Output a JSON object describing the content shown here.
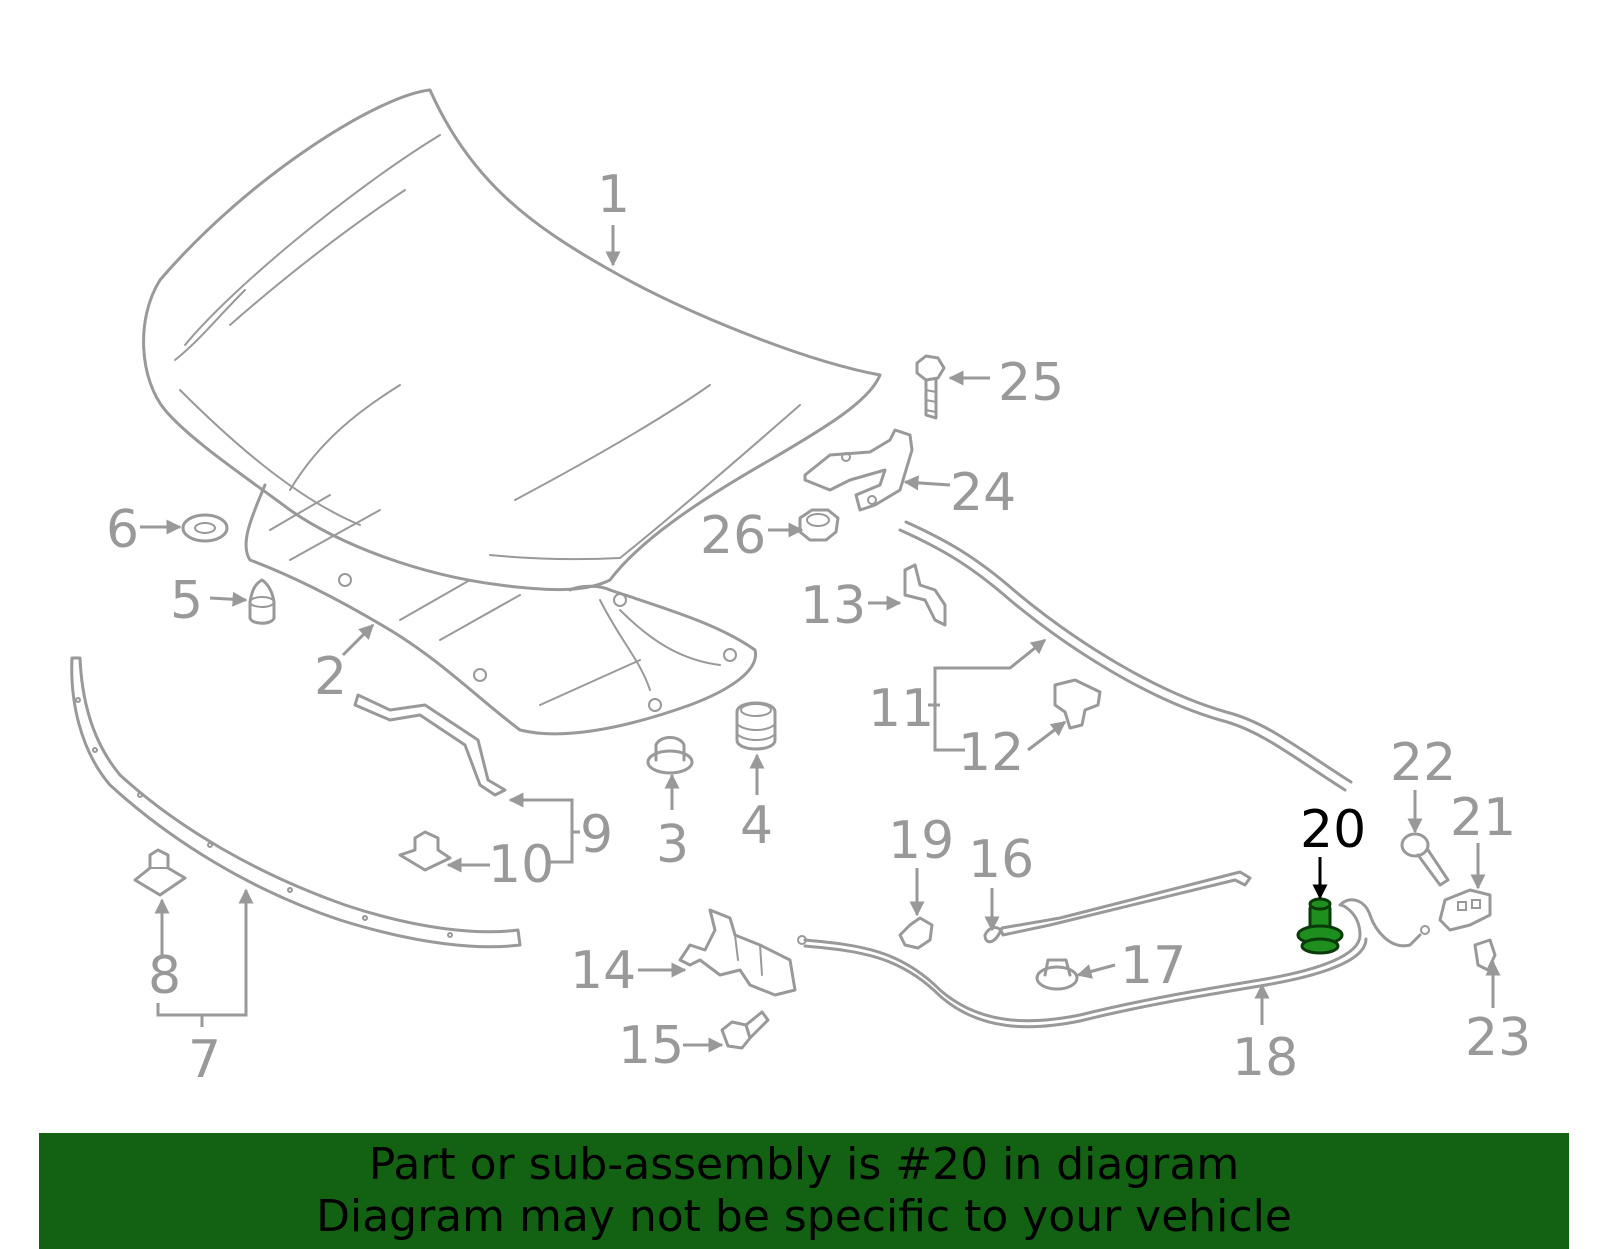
{
  "callouts": {
    "n1": "1",
    "n2": "2",
    "n3": "3",
    "n4": "4",
    "n5": "5",
    "n6": "6",
    "n7": "7",
    "n8": "8",
    "n9": "9",
    "n10": "10",
    "n11": "11",
    "n12": "12",
    "n13": "13",
    "n14": "14",
    "n15": "15",
    "n16": "16",
    "n17": "17",
    "n18": "18",
    "n19": "19",
    "n20": "20",
    "n21": "21",
    "n22": "22",
    "n23": "23",
    "n24": "24",
    "n25": "25",
    "n26": "26"
  },
  "highlight": {
    "part_number": "20",
    "color": "#1e8f1e"
  },
  "banner": {
    "line1": "Part or sub-assembly is #20 in diagram",
    "line2": "Diagram may not be specific to your vehicle",
    "background": "#136113"
  },
  "colors": {
    "line_art": "#999999",
    "highlight_label": "#000000"
  }
}
